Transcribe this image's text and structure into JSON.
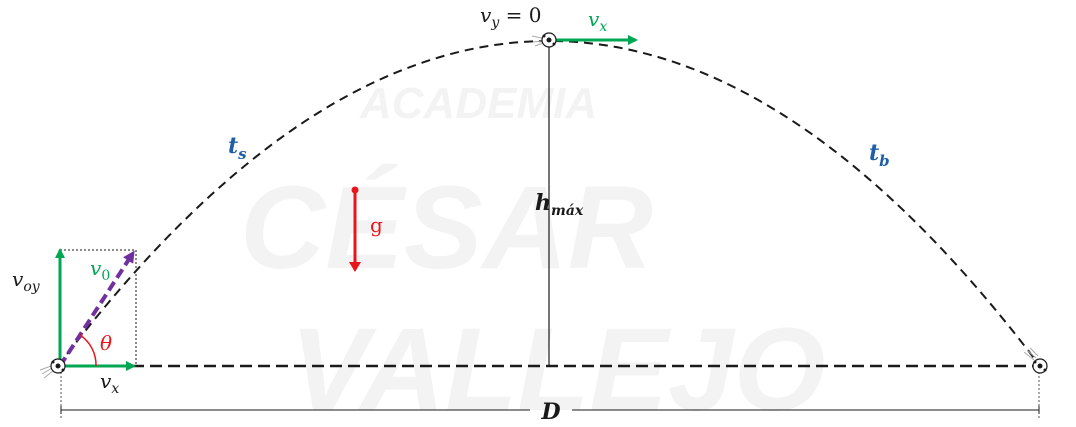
{
  "watermark": {
    "line1": "ACADEMIA",
    "line2": "CÉSAR",
    "line3": "VALLEJO"
  },
  "labels": {
    "vy_eq_zero_v": "v",
    "vy_eq_zero_sub": "y",
    "vy_eq_zero_rest": " = 0",
    "vx_top_v": "v",
    "vx_top_sub": "x",
    "ts_t": "t",
    "ts_sub": "s",
    "tb_t": "t",
    "tb_sub": "b",
    "hmax_h": "h",
    "hmax_sub": "máx",
    "g": "g",
    "voy_v": "v",
    "voy_sub": "oy",
    "v0_v": "v",
    "v0_sub": "0",
    "theta": "θ",
    "vx_bottom_v": "v",
    "vx_bottom_sub": "x",
    "distance": "D"
  },
  "colors": {
    "green": "#00a651",
    "red": "#e8161b",
    "purple": "#7030a0",
    "blue": "#1f5fa8",
    "black": "#1a1a1a",
    "watermark": "#f2f2f2"
  }
}
